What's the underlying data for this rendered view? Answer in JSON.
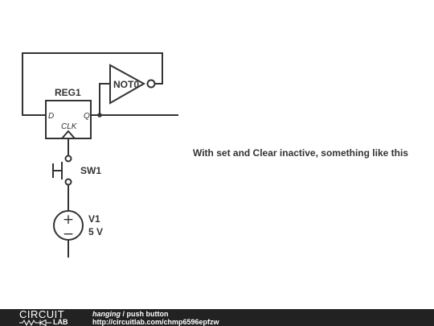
{
  "schematic": {
    "register": {
      "name": "REG1",
      "pin_d": "D",
      "pin_q": "Q",
      "pin_clk": "CLK"
    },
    "inverter": {
      "name": "NOT0"
    },
    "switch": {
      "name": "SW1"
    },
    "source": {
      "name": "V1",
      "value": "5 V",
      "plus_symbol": "+",
      "minus_symbol": "−"
    }
  },
  "annotation": "With set and Clear inactive, something like this",
  "footer": {
    "logo_top": "CIRCUIT",
    "logo_bottom": "LAB",
    "user": "hanging",
    "separator": " / ",
    "title": "push button",
    "url": "http://circuitlab.com/chmp6596epfzw"
  },
  "colors": {
    "ink": "#333333",
    "footer_bg": "#222222",
    "footer_text": "#ffffff"
  }
}
